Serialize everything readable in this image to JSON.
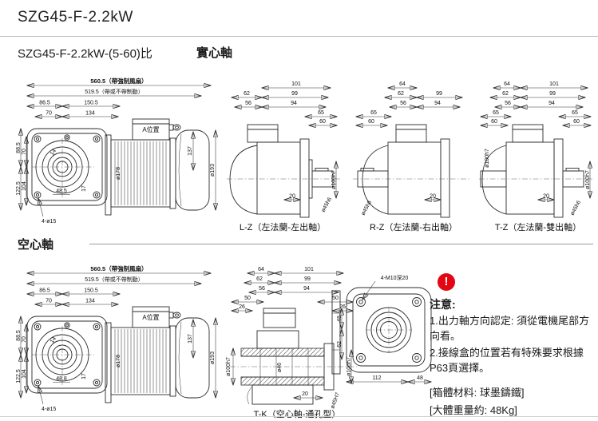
{
  "header": {
    "title": "SZG45-F-2.2kW",
    "subtitle": "SZG45-F-2.2kW-(5-60)比",
    "solid": "實心軸",
    "hollow": "空心軸"
  },
  "main": {
    "total": "560.5（帶強制風扇）",
    "brake": "519.5（帶或不帶制動）",
    "d86": "86.5",
    "d150": "150.5",
    "d70": "70",
    "d134": "134",
    "abox": "A位置",
    "d137": "137",
    "v88": "88.5",
    "v70": "70",
    "v122": "122.5",
    "v104": "104",
    "d14": "14",
    "d17": "17",
    "solid_w": "48.5",
    "hollow_w": "48.8",
    "holes": "4-ø15",
    "motor": "ø178",
    "fan": "ø193"
  },
  "lz": {
    "caption": "L-Z（左法蘭-左出軸）",
    "d101": "101",
    "d62": "62",
    "d99": "99",
    "d56": "56",
    "d94": "94",
    "d65": "65",
    "d60": "60",
    "d20": "20",
    "flange": "ø100h7",
    "shaft": "ø45h6"
  },
  "rz": {
    "caption": "R-Z（左法蘭-右出軸）",
    "d64": "64",
    "d62": "62",
    "d99": "99",
    "d56": "56",
    "d94": "94",
    "d65": "65",
    "d60": "60",
    "d20": "20",
    "shaft": "ø45h6"
  },
  "tz": {
    "caption": "T-Z（左法蘭-雙出軸）",
    "d64": "64",
    "d101": "101",
    "d62": "62",
    "d99": "99",
    "d56": "56",
    "d94": "94",
    "d65l": "65",
    "d60l": "60",
    "d65r": "65",
    "d60r": "60",
    "d20": "20",
    "flangeL": "ø100h7",
    "flangeR": "ø100h7",
    "shaft": "ø45h6"
  },
  "tk": {
    "caption": "T-K（空心軸-通孔型）",
    "d64": "64",
    "d101": "101",
    "d62": "62",
    "d99": "99",
    "d56": "56",
    "d94": "94",
    "d50l": "50",
    "d26l": "26",
    "d50r": "50",
    "d26r": "26",
    "d20": "20",
    "bore": "ø46",
    "flangeL": "ø100h7",
    "flangeR": "ø100h7",
    "hole": "ø45H7"
  },
  "flange": {
    "tap": "4-M10深20",
    "v48": "48",
    "v62": "62",
    "b112": "112",
    "b48": "48"
  },
  "notes": {
    "bang": "!",
    "heading": "注意:",
    "n1": "1.出力軸方向認定: 須從電機尾部方向看。",
    "n2": "2.接線盒的位置若有特殊要求根據P63頁選擇。",
    "material": "[箱體材料: 球墨鑄鐵]",
    "weight": "[大體重量約: 48Kg]"
  }
}
